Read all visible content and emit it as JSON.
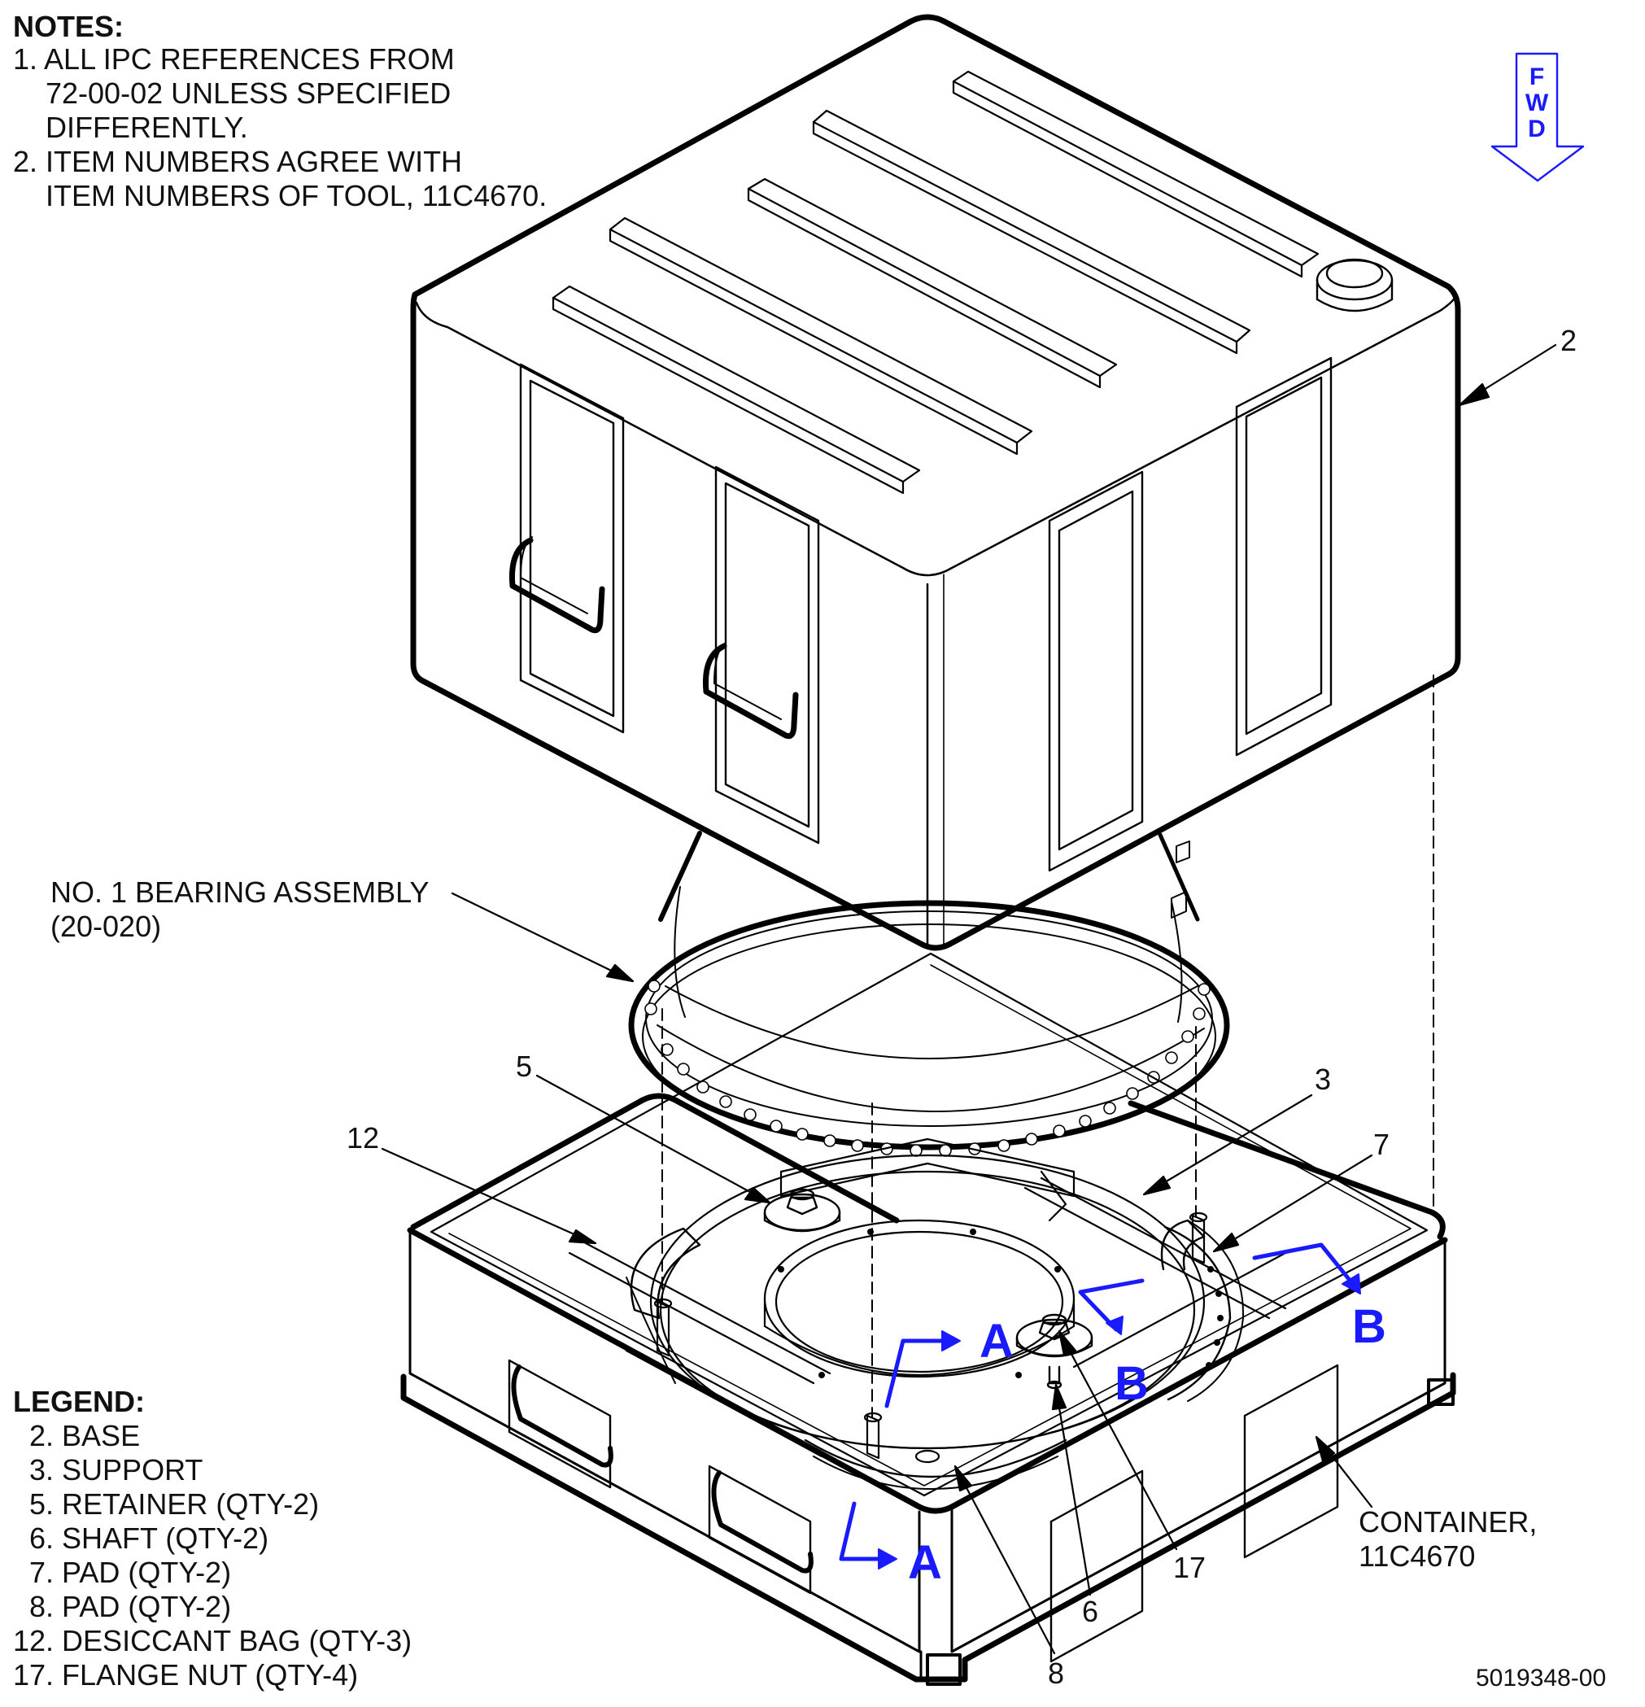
{
  "notes": {
    "title": "NOTES:",
    "lines": [
      "1. ALL IPC REFERENCES FROM",
      "    72-00-02 UNLESS SPECIFIED",
      "    DIFFERENTLY.",
      "2. ITEM NUMBERS AGREE WITH",
      "    ITEM NUMBERS OF TOOL, 11C4670."
    ]
  },
  "legend": {
    "title": "LEGEND:",
    "items": [
      "  2. BASE",
      "  3. SUPPORT",
      "  5. RETAINER (QTY-2)",
      "  6. SHAFT (QTY-2)",
      "  7. PAD (QTY-2)",
      "  8. PAD (QTY-2)",
      "12. DESICCANT BAG (QTY-3)",
      "17. FLANGE NUT (QTY-4)"
    ]
  },
  "fwd": {
    "letters": [
      "F",
      "W",
      "D"
    ],
    "color": "#1a1aff"
  },
  "callouts": {
    "base": "2",
    "support": "3",
    "retainer": "5",
    "shaft": "6",
    "pad7": "7",
    "pad8": "8",
    "desiccant": "12",
    "flange_nut": "17",
    "bearing_line1": "NO. 1 BEARING ASSEMBLY",
    "bearing_line2": "(20-020)",
    "container_line1": "CONTAINER,",
    "container_line2": "11C4670"
  },
  "section_marks": {
    "a_top": "A",
    "a_bottom": "A",
    "b_left": "B",
    "b_right": "B",
    "color": "#1a1aff"
  },
  "figure_id": "5019348-00"
}
